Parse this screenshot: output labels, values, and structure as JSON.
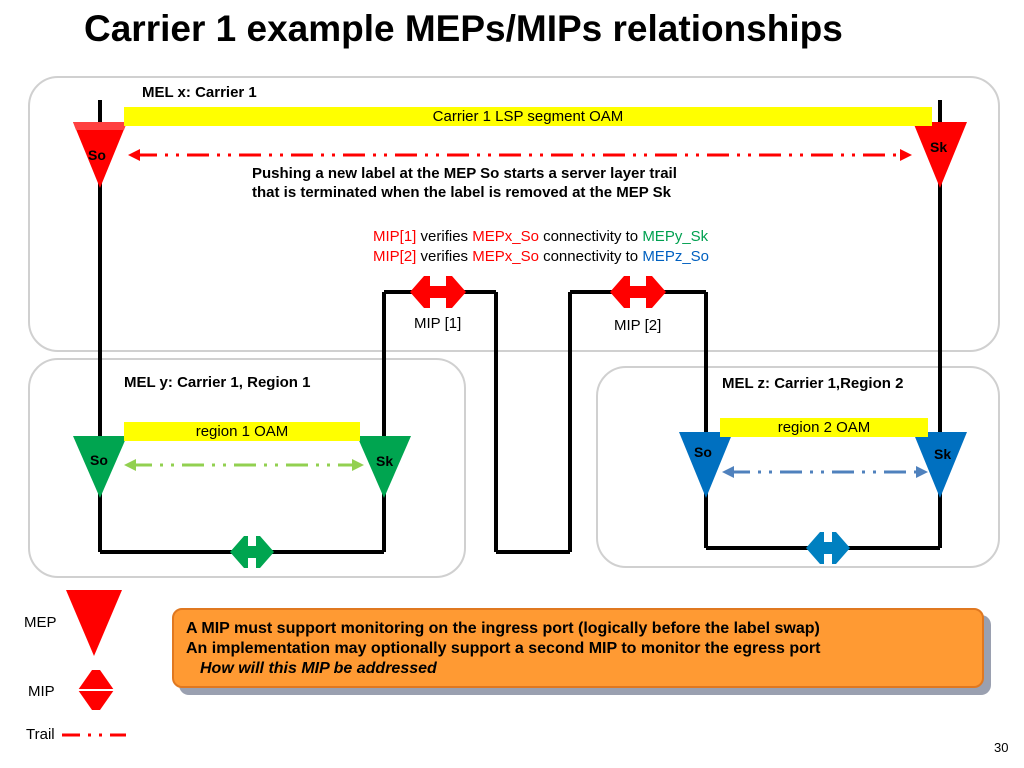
{
  "title": "Carrier 1 example MEPs/MIPs relationships",
  "mel_x": {
    "label": "MEL x:  Carrier 1",
    "oam_bar": "Carrier 1 LSP segment OAM",
    "so": "So",
    "sk": "Sk",
    "note_line1": "Pushing a new label at the MEP So starts a server layer trail",
    "note_line2": "that is terminated when the label is removed at the MEP Sk",
    "verify1": {
      "mip": "MIP[1]",
      "verb": " verifies ",
      "src": "MEPx_So",
      "mid": " connectivity to ",
      "dst": "MEPy_Sk"
    },
    "verify2": {
      "mip": "MIP[2]",
      "verb": " verifies ",
      "src": "MEPx_So",
      "mid": " connectivity to ",
      "dst": "MEPz_So"
    },
    "mip1_label": "MIP [1]",
    "mip2_label": "MIP [2]"
  },
  "mel_y": {
    "label": "MEL y: Carrier 1, Region 1",
    "oam_bar": "region 1 OAM",
    "so": "So",
    "sk": "Sk"
  },
  "mel_z": {
    "label": "MEL z: Carrier 1,Region 2",
    "oam_bar": "region 2 OAM",
    "so": "So",
    "sk": "Sk"
  },
  "legend": {
    "mep": "MEP",
    "mip": "MIP",
    "trail": "Trail"
  },
  "callout": {
    "line1": "A MIP must support monitoring on the ingress port (logically before the label swap)",
    "line2": "An implementation may optionally support a second MIP to monitor the egress port",
    "line3": "How will this MIP be addressed"
  },
  "page_number": "30",
  "colors": {
    "red": "#ff0000",
    "green": "#00a550",
    "blue": "#0070c0",
    "yellow": "#ffff00",
    "orange": "#ff9a33"
  }
}
